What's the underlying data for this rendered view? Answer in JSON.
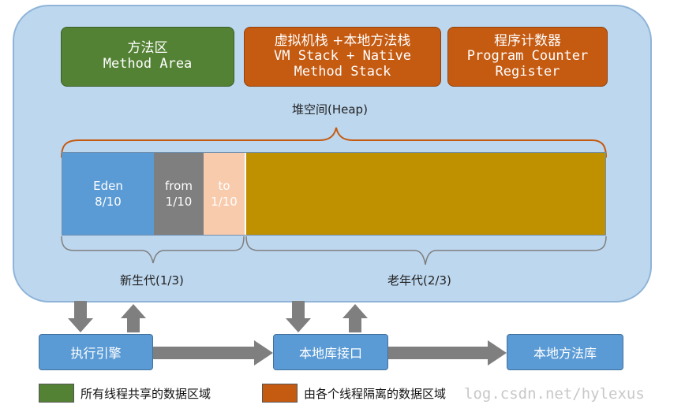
{
  "method_area": {
    "cn": "方法区",
    "en": "Method Area"
  },
  "vm_stack": {
    "cn": "虚拟机栈 +本地方法栈",
    "en1": "VM Stack + Native",
    "en2": "Method Stack"
  },
  "pc_register": {
    "cn": "程序计数器",
    "en1": "Program Counter",
    "en2": "Register"
  },
  "heap_label": "堆空间(Heap)",
  "eden": {
    "name": "Eden",
    "ratio": "8/10"
  },
  "from": {
    "name": "from",
    "ratio": "1/10"
  },
  "to": {
    "name": "to",
    "ratio": "1/10"
  },
  "young_gen_label": "新生代(1/3)",
  "old_gen_label": "老年代(2/3)",
  "execution_engine": "执行引擎",
  "native_interface": "本地库接口",
  "native_library": "本地方法库",
  "legend": {
    "shared": "所有线程共享的数据区域",
    "isolated": "由各个线程隔离的数据区域"
  },
  "watermark": "log.csdn.net/hylexus",
  "colors": {
    "shared": "#548235",
    "isolated": "#c55a11",
    "eden": "#5b9bd5",
    "from": "#7f7f7f",
    "to": "#f8cbad",
    "old": "#bf9000",
    "jvm_bg": "#bdd7ee",
    "arrow": "#7f7f7f"
  }
}
